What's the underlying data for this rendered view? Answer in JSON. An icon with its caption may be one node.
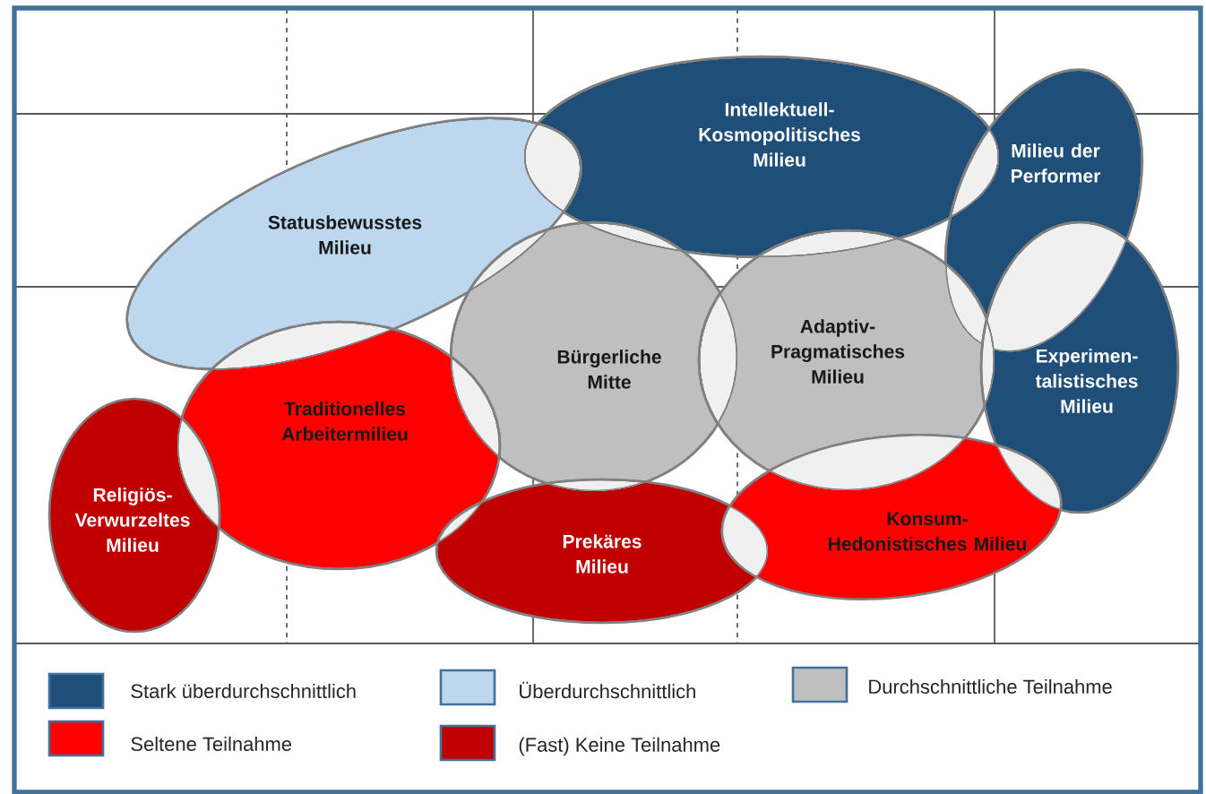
{
  "diagram": {
    "nodes": [
      {
        "text": [
          "Intellektuell- Kosmopolitisches Milieu"
        ]
      },
      {
        "text": [
          "Milieu der Performer"
        ]
      },
      {
        "text": [
          "Statusbewusstes Milieu"
        ]
      },
      {
        "text": [
          "Bürgerliche Mitte"
        ]
      },
      {
        "text": [
          "Adaptiv- Pragmatisches Milieu"
        ]
      },
      {
        "text": [
          "Experimen- talistisches Milieu"
        ]
      },
      {
        "text": [
          "Traditionelles Arbeitermilieu"
        ]
      },
      {
        "text": [
          "Religiös- Verwurzeltes Milieu"
        ]
      },
      {
        "text": [
          "Prekäres Milieu"
        ]
      },
      {
        "text": [
          "Konsum- Hedonistisches Milieu"
        ]
      }
    ],
    "legend": [
      {
        "text": "Stark überdurchschnittlich",
        "color": "#1f4e79"
      },
      {
        "text": "Überdurchschnittlich",
        "color": "#bdd7ee"
      },
      {
        "text": "Durchschnittliche Teilnahme",
        "color": "#bfbfbf"
      },
      {
        "text": "Seltene Teilnahme",
        "color": "#ff0000"
      },
      {
        "text": "(Fast) Keine Teilnahme",
        "color": "#c00000"
      }
    ]
  }
}
